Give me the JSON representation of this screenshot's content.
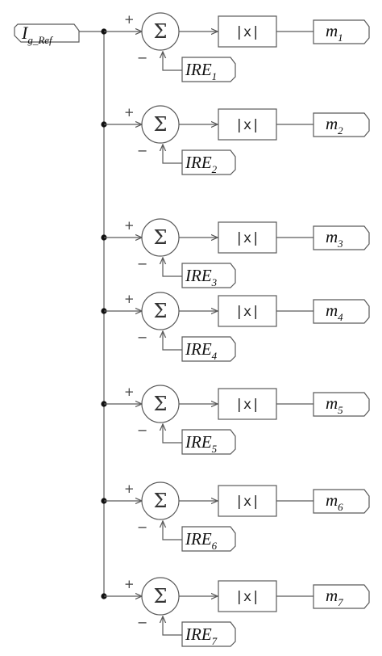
{
  "input": {
    "main": "I",
    "sub": "g_Ref"
  },
  "abs_label": "|x|",
  "sigma_symbol": "Σ",
  "plus_sign": "+",
  "minus_sign": "−",
  "rows": [
    {
      "ire_main": "IRE",
      "ire_sub": "1",
      "out_main": "m",
      "out_sub": "1"
    },
    {
      "ire_main": "IRE",
      "ire_sub": "2",
      "out_main": "m",
      "out_sub": "2"
    },
    {
      "ire_main": "IRE",
      "ire_sub": "3",
      "out_main": "m",
      "out_sub": "3"
    },
    {
      "ire_main": "IRE",
      "ire_sub": "4",
      "out_main": "m",
      "out_sub": "4"
    },
    {
      "ire_main": "IRE",
      "ire_sub": "5",
      "out_main": "m",
      "out_sub": "5"
    },
    {
      "ire_main": "IRE",
      "ire_sub": "6",
      "out_main": "m",
      "out_sub": "6"
    },
    {
      "ire_main": "IRE",
      "ire_sub": "7",
      "out_main": "m",
      "out_sub": "7"
    }
  ]
}
